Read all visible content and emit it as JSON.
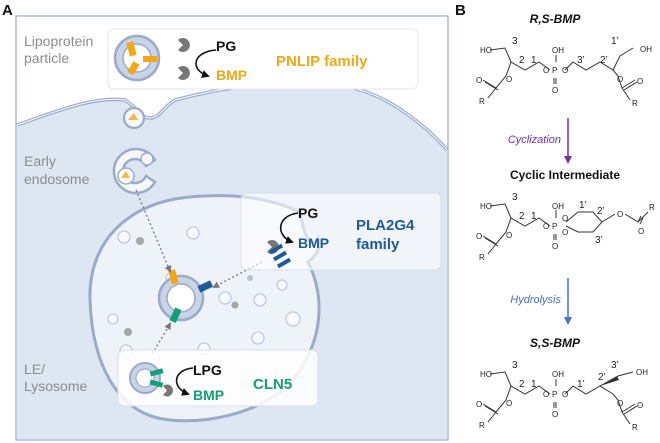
{
  "panel_a": {
    "label": "A",
    "compartments": {
      "lipoprotein": [
        "Lipoprotein",
        "particle"
      ],
      "early_endosome": [
        "Early",
        "endosome"
      ],
      "lysosome": [
        "LE/",
        "Lysosome"
      ]
    },
    "boxes": {
      "pnlip": {
        "substrate": "PG",
        "product": "BMP",
        "family": "PNLIP family"
      },
      "pla2g4": {
        "substrate": "PG",
        "product": "BMP",
        "family_line1": "PLA2G4",
        "family_line2": "family"
      },
      "cln5": {
        "substrate": "LPG",
        "product": "BMP",
        "family": "CLN5"
      }
    }
  },
  "panel_b": {
    "label": "B",
    "structures": [
      {
        "title": "R,S-BMP"
      },
      {
        "title": "Cyclic Intermediate"
      },
      {
        "title": "S,S-BMP"
      }
    ],
    "steps": [
      {
        "label": "Cyclization",
        "color": "#7d2aa8"
      },
      {
        "label": "Hydrolysis",
        "color": "#4472c4"
      }
    ],
    "atoms": {
      "oh": "OH",
      "ho": "HO",
      "p": "P",
      "o": "O",
      "r": "R"
    },
    "locants": {
      "n1": "1",
      "n2": "2",
      "n3": "3",
      "p1": "1’",
      "p2": "2’",
      "p3": "3’"
    }
  },
  "colors": {
    "cell": "#dde6f3",
    "membrane": "#9aaac9",
    "pnlip": "#f3a712",
    "pla2g4": "#1f5b96",
    "cln5": "#13a079",
    "text_grey": "#8c8c8c"
  }
}
